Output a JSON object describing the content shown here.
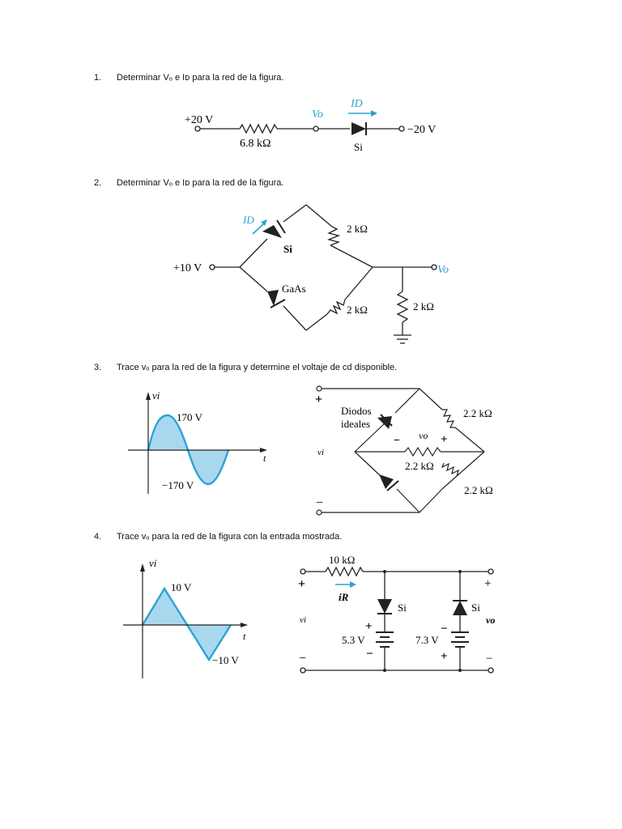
{
  "problems": [
    {
      "number": "1.",
      "text": "Determinar Vₒ e Iᴅ para la red de la figura."
    },
    {
      "number": "2.",
      "text": "Determinar Vₒ e Iᴅ para la red de la figura."
    },
    {
      "number": "3.",
      "text": "Trace vₒ para la red de la figura y determine el voltaje de cd disponible."
    },
    {
      "number": "4.",
      "text": "Trace vₒ para la red de la figura con la entrada mostrada."
    }
  ],
  "fig1": {
    "vin": "+20 V",
    "res": "6.8 kΩ",
    "vo": "Vo",
    "id": "ID",
    "diode": "Si",
    "vout": "−20 V"
  },
  "fig2": {
    "vin": "+10 V",
    "id": "ID",
    "d1": "Si",
    "d2": "GaAs",
    "r1": "2 kΩ",
    "r2": "2 kΩ",
    "r3": "2 kΩ",
    "vo": "Vo"
  },
  "fig3": {
    "wave": {
      "vi": "vi",
      "peak_pos": "170 V",
      "peak_neg": "−170 V",
      "t": "t"
    },
    "circuit": {
      "plus": "+",
      "minus": "−",
      "vi": "vi",
      "diodes": "Diodos",
      "ideal": "ideales",
      "vo": "vo",
      "vo_minus": "−",
      "vo_plus": "+",
      "r_top": "2.2 kΩ",
      "r_mid": "2.2 kΩ",
      "r_bot": "2.2 kΩ"
    }
  },
  "fig4": {
    "wave": {
      "vi": "vi",
      "peak_pos": "10 V",
      "peak_neg": "−10 V",
      "t": "t"
    },
    "circuit": {
      "res": "10 kΩ",
      "ir": "iR",
      "plus_in": "+",
      "minus_in": "−",
      "vi": "vi",
      "d1": "Si",
      "d2": "Si",
      "b1": "5.3 V",
      "b2": "7.3 V",
      "b1_plus": "+",
      "b1_minus": "−",
      "b2_minus": "−",
      "b2_plus": "+",
      "plus_out": "+",
      "minus_out": "−",
      "vo": "vo"
    }
  },
  "colors": {
    "accent": "#2aa3d6",
    "fill": "#a9d8ee",
    "line": "#222222"
  }
}
